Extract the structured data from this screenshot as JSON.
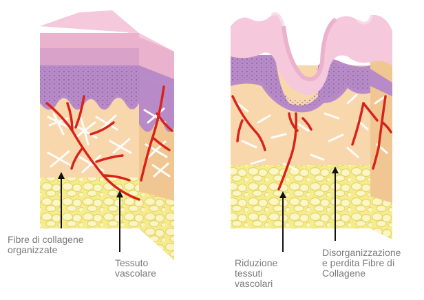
{
  "labels": {
    "fibre_line1": "Fibre di collagene",
    "fibre_line2": "organizzate",
    "tessuto_line1": "Tessuto",
    "tessuto_line2": "vascolare",
    "riduzione_line1": "Riduzione",
    "riduzione_line2": "tessuti",
    "riduzione_line3": "vascolari",
    "disorg_line1": "Disorganizzazione",
    "disorg_line2": "e perdita Fibre di",
    "disorg_line3": "Collagene"
  },
  "colors": {
    "epidermis_top": "#f6c8dc",
    "epidermis_side": "#eab2cd",
    "basal_purple": "#b98ac8",
    "basal_dots": "#8f6aa8",
    "dermis": "#f8d7ad",
    "dermis_side": "#f0c793",
    "fat": "#f5ec8c",
    "fat_cell": "#fbf6c6",
    "fat_outline": "#e6d56a",
    "vessel": "#d8231b",
    "collagen": "#ffffff",
    "label_text": "#7a7a7a"
  }
}
